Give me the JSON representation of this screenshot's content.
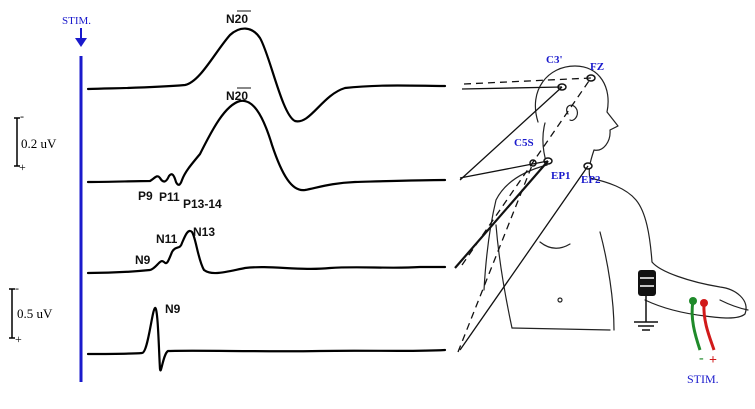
{
  "stimulus": {
    "top_label": "STIM.",
    "bottom_label": "STIM.",
    "marker_color": "#1a1acc"
  },
  "scales": {
    "upper": {
      "value": "0.2 uV",
      "minus": "-",
      "plus": "+"
    },
    "lower": {
      "value": "0.5 uV",
      "minus": "-",
      "plus": "+"
    }
  },
  "traces": [
    {
      "id": "scalp-fz",
      "peaks": [
        "N20"
      ]
    },
    {
      "id": "scalp-c3",
      "peaks": [
        "N20",
        "P9",
        "P11",
        "P13-14"
      ]
    },
    {
      "id": "c5s",
      "peaks": [
        "N9",
        "N11",
        "N13"
      ]
    },
    {
      "id": "erb-point",
      "peaks": [
        "N9"
      ]
    }
  ],
  "peak_labels": {
    "n20_top": "N20",
    "n20_second": "N20",
    "p9": "P9",
    "p11": "P11",
    "p13_14": "P13-14",
    "n9_third": "N9",
    "n11": "N11",
    "n13": "N13",
    "n9_bottom": "N9"
  },
  "electrodes": {
    "c3": "C3'",
    "fz": "FZ",
    "c5s": "C5S",
    "ep1": "EP1",
    "ep2": "EP2"
  },
  "stim_polarity": {
    "minus": "-",
    "plus": "+"
  },
  "colors": {
    "label_blue": "#1a1acc",
    "trace": "#000000",
    "stim_green": "#1f8a2a",
    "stim_red": "#d11a1a"
  }
}
